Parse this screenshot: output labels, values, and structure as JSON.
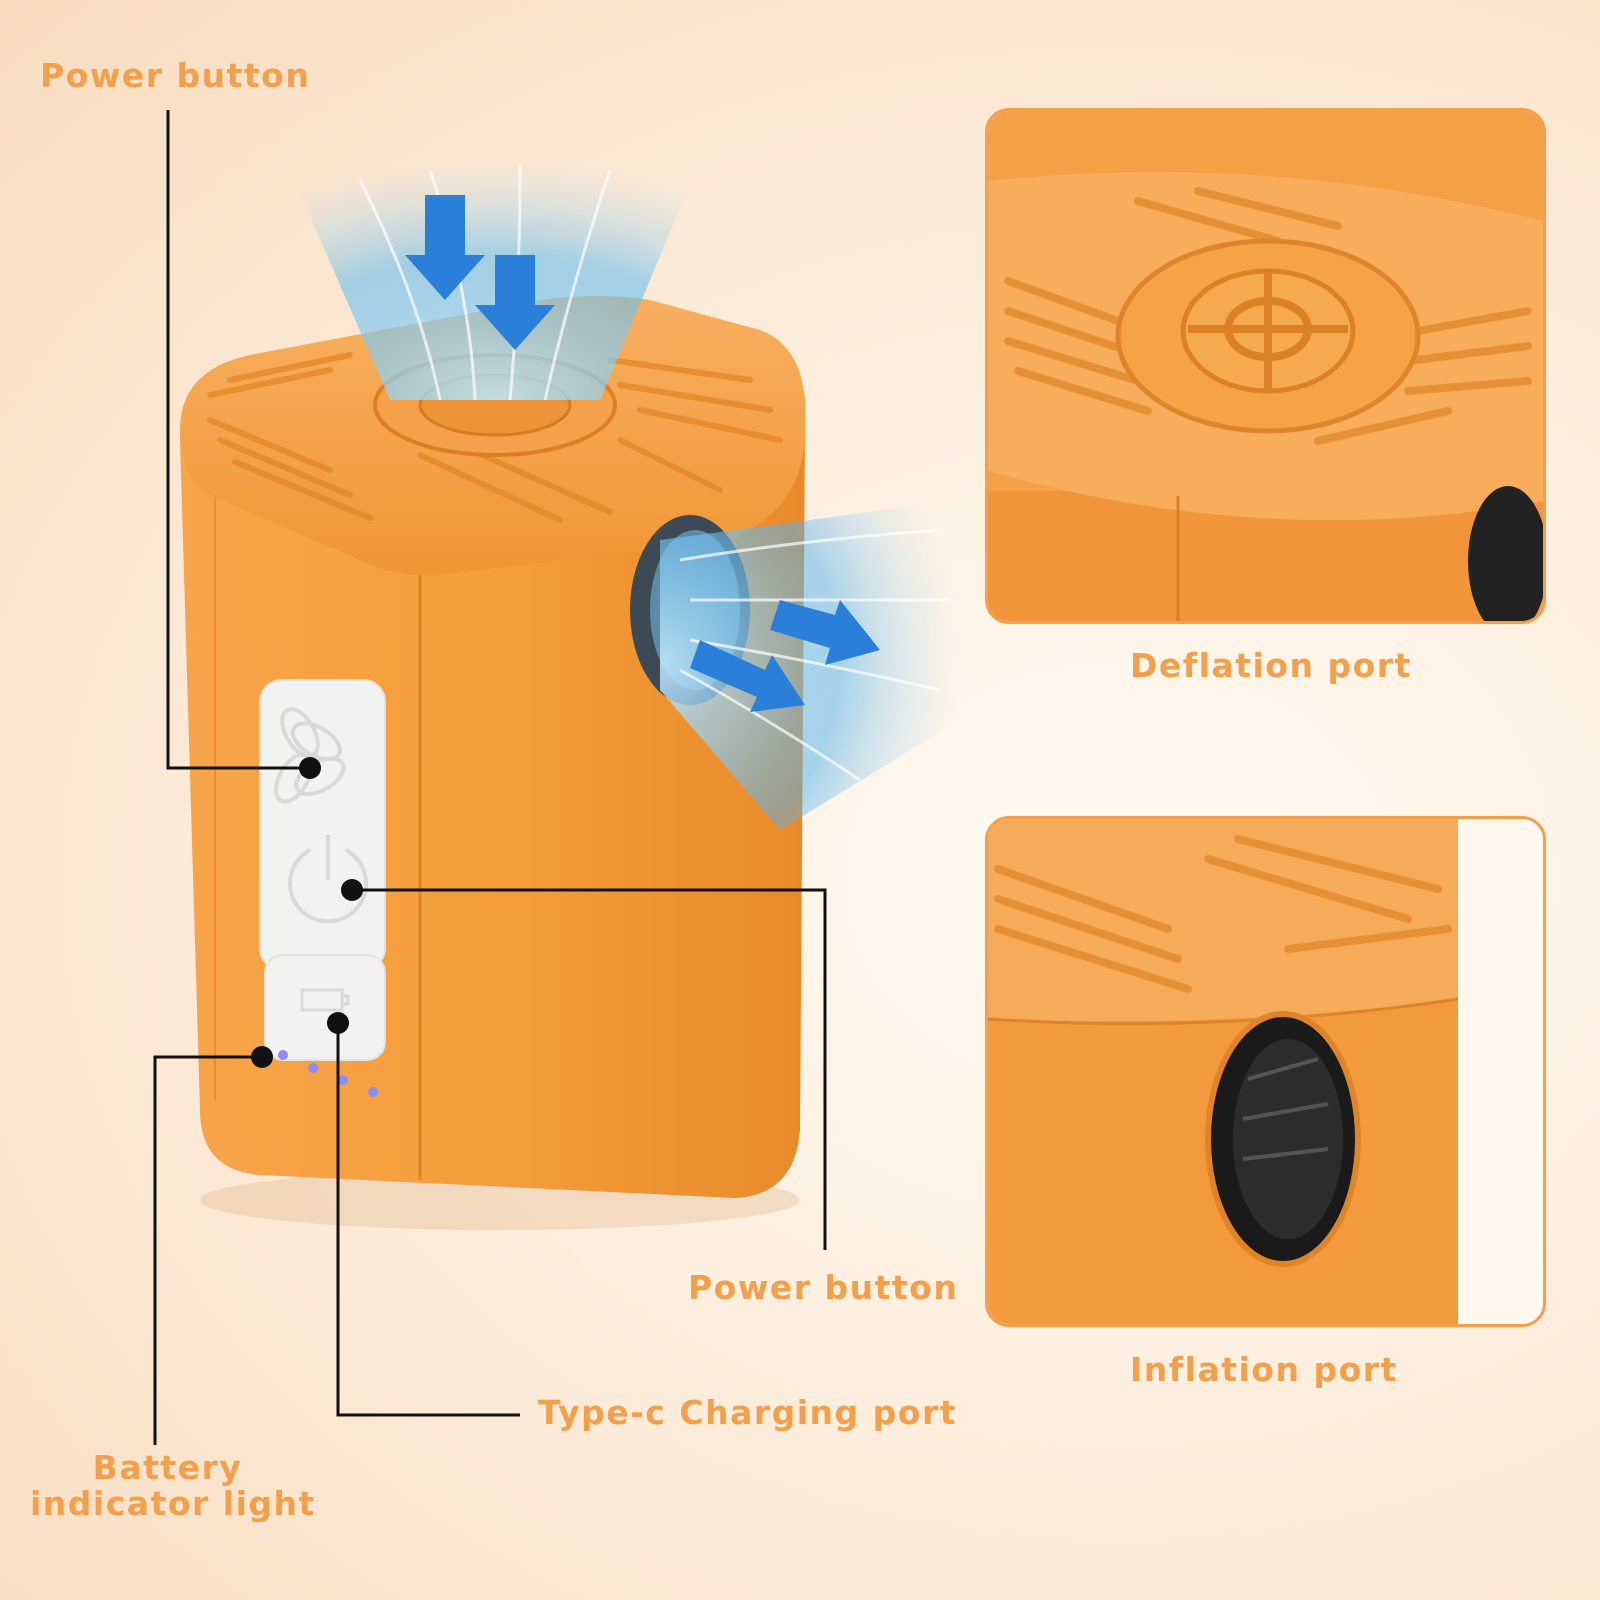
{
  "labels": {
    "power_button_top": "Power button",
    "power_button_bottom": "Power button",
    "type_c_port": "Type-c Charging port",
    "battery_line1": "Battery",
    "battery_line2": "indicator light",
    "deflation_port": "Deflation port",
    "inflation_port": "Inflation port"
  },
  "colors": {
    "accent": "#f2a04c",
    "pump_body": "#f39a3a",
    "airflow": "#2f8fe6"
  },
  "icons": [
    "fan-icon",
    "power-icon",
    "battery-icon",
    "arrow-icon"
  ]
}
